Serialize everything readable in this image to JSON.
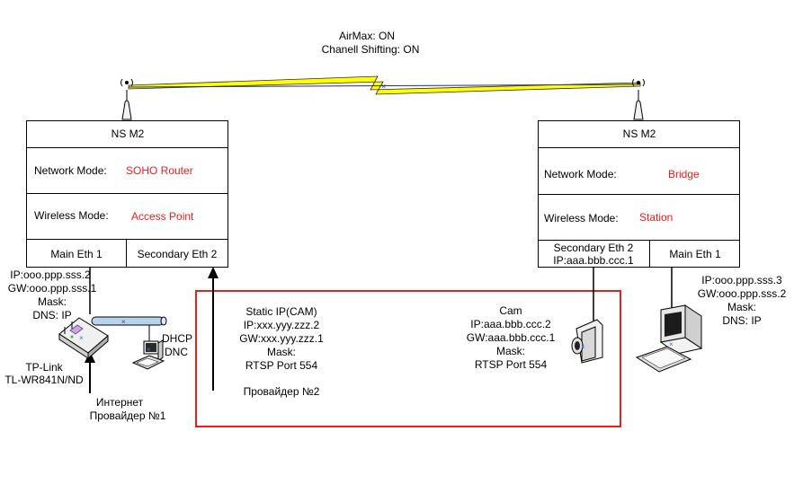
{
  "wireless": {
    "line1": "AirMax: ON",
    "line2": "Chanell Shifting: ON"
  },
  "left_device": {
    "title": "NS M2",
    "network_label": "Network Mode:",
    "network_value": "SOHO Router",
    "wireless_label": "Wireless Mode:",
    "wireless_value": "Access Point",
    "port1": "Main Eth 1",
    "port2": "Secondary Eth 2"
  },
  "right_device": {
    "title": "NS M2",
    "network_label": "Network Mode:",
    "network_value": "Bridge",
    "wireless_label": "Wireless Mode:",
    "wireless_value": "Station",
    "port1_line1": "Secondary Eth 2",
    "port1_line2": "IP:aaa.bbb.ccc.1",
    "port2": "Main Eth 1"
  },
  "left_settings": [
    "IP:ooo.ppp.sss.2",
    "GW:ooo.ppp.sss.1",
    "Mask:",
    "DNS: IP"
  ],
  "router": {
    "line1": "TP-Link",
    "line2": "TL-WR841N/ND"
  },
  "dhcp": {
    "line1": "DHCP",
    "line2": "DNC"
  },
  "internet": {
    "line1": "Интернет",
    "line2": "Провайдер №1"
  },
  "static_block": [
    "Static IP(CAM)",
    "IP:xxx.yyy.zzz.2",
    "GW:xxx.yyy.zzz.1",
    "Mask:",
    "RTSP Port 554"
  ],
  "provider2": "Провайдер №2",
  "cam_block": [
    "Cam",
    "IP:aaa.bbb.ccc.2",
    "GW:aaa.bbb.ccc.1",
    "Mask:",
    "RTSP Port 554"
  ],
  "right_settings": [
    "IP:ooo.ppp.sss.3",
    "GW:ooo.ppp.sss.2",
    "Mask:",
    "DNS: IP"
  ],
  "colors": {
    "accent_red": "#e8201e",
    "link_yellow": "#ffff00",
    "link_blue": "#1f2a8a",
    "bus_blue": "#b9d3ee"
  }
}
